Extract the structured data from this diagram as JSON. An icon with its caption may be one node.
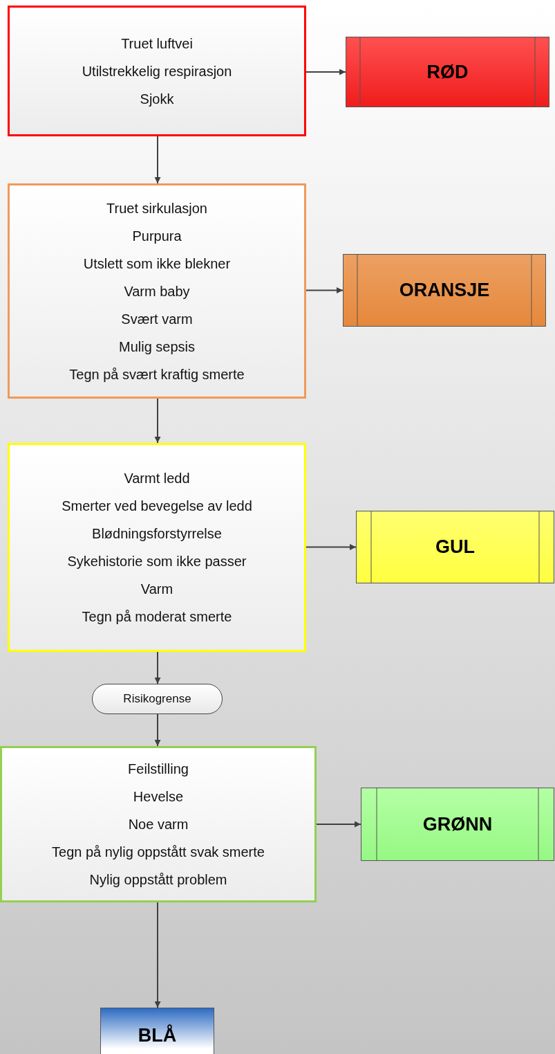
{
  "diagram": {
    "nodes": [
      {
        "text": [
          "Truet luftvei",
          "Utilstrekkelig respirasjon",
          "Sjokk"
        ]
      },
      {
        "text": [
          "RØD"
        ]
      },
      {
        "text": [
          "Truet sirkulasjon",
          "Purpura",
          "Utslett som ikke blekner",
          "Varm baby",
          "Svært varm",
          "Mulig sepsis",
          "Tegn på svært kraftig smerte"
        ]
      },
      {
        "text": [
          "ORANSJE"
        ]
      },
      {
        "text": [
          "Varmt ledd",
          "Smerter ved bevegelse av ledd",
          "Blødningsforstyrrelse",
          "Sykehistorie som ikke passer",
          "Varm",
          "Tegn på moderat smerte"
        ]
      },
      {
        "text": [
          "GUL"
        ]
      },
      {
        "text": [
          "Risikogrense"
        ]
      },
      {
        "text": [
          "Feilstilling",
          "Hevelse",
          "Noe varm",
          "Tegn på nylig oppstått svak smerte",
          "Nylig oppstått problem"
        ]
      },
      {
        "text": [
          "GRØNN"
        ]
      },
      {
        "text": [
          "BLÅ"
        ]
      }
    ],
    "edges": [
      {
        "from": 0,
        "to": 1,
        "arrow": "to"
      },
      {
        "from": 0,
        "to": 2,
        "arrow": "to"
      },
      {
        "from": 2,
        "to": 3,
        "arrow": "to"
      },
      {
        "from": 2,
        "to": 4,
        "arrow": "to"
      },
      {
        "from": 4,
        "to": 5,
        "arrow": "to"
      },
      {
        "from": 4,
        "to": 6,
        "arrow": "to"
      },
      {
        "from": 6,
        "to": 7,
        "arrow": "to"
      },
      {
        "from": 7,
        "to": 8,
        "arrow": "to"
      },
      {
        "from": 7,
        "to": 9,
        "arrow": "to"
      }
    ]
  }
}
